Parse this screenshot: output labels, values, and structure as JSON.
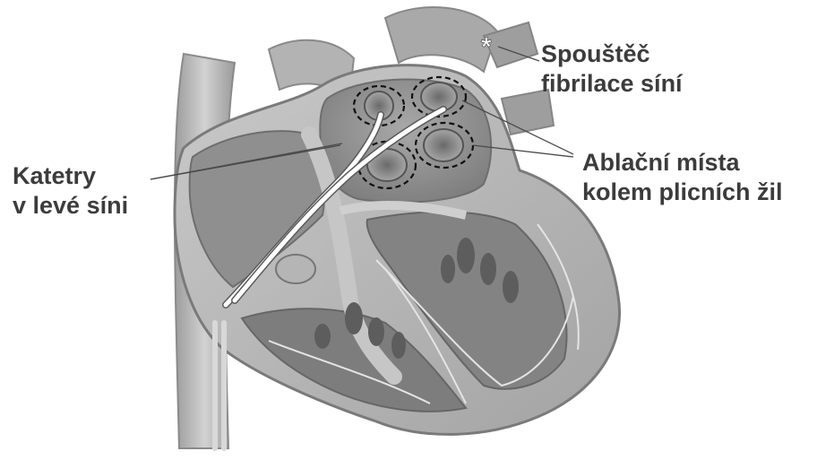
{
  "labels": {
    "trigger": {
      "line1": "Spouštěč",
      "line2": "fibrilace síní",
      "marker": "*"
    },
    "catheters": {
      "line1": "Katetry",
      "line2": "v levé síni"
    },
    "ablation_sites": {
      "line1": "Ablační místa",
      "line2": "kolem plicních žil"
    }
  },
  "colors": {
    "text": "#3c3c3c",
    "heart_wall": "#b9b9b9",
    "chamber": "#8e8e8e",
    "catheter": "#ffffff",
    "ablation_ring": "#111111"
  }
}
